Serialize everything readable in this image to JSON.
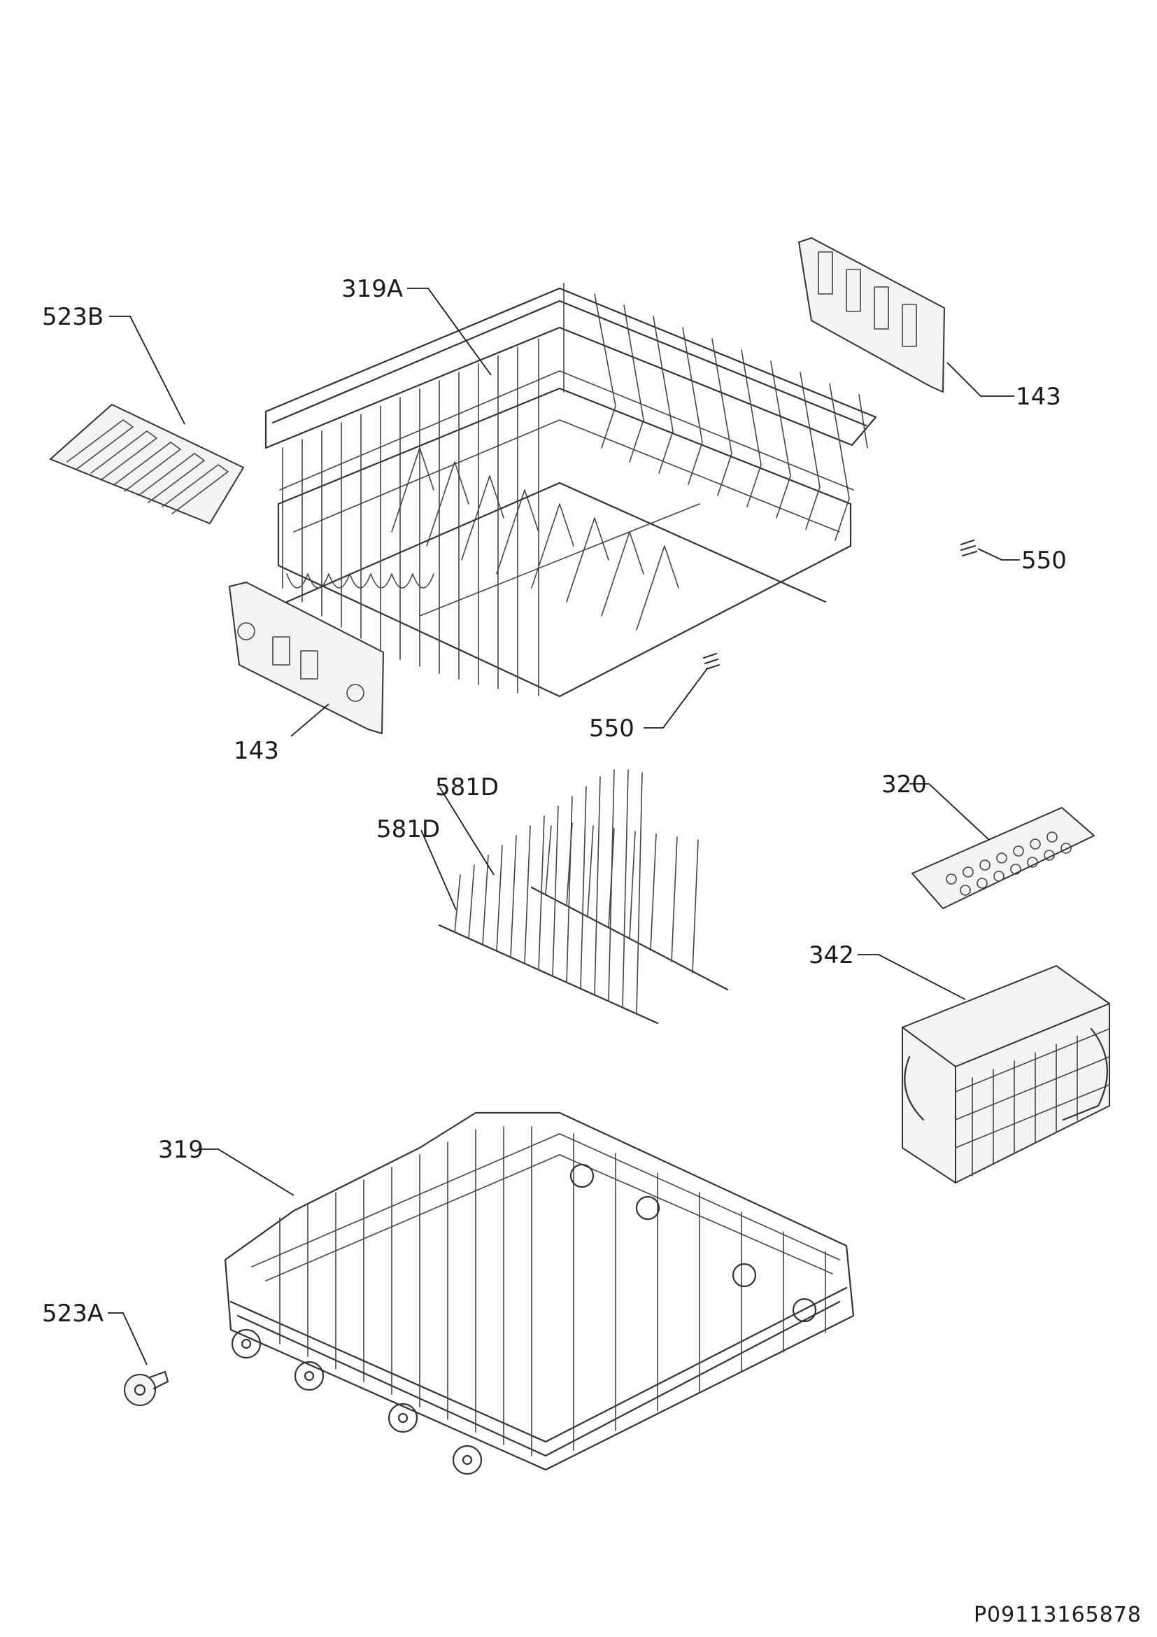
{
  "drawing_id": "P09113165878",
  "callouts": {
    "rack_upper": "319A",
    "rack_lower": "319",
    "shelf_insert": "523B",
    "rail_right": "143",
    "rail_left": "143",
    "pin_right": "550",
    "pin_center": "550",
    "tine_front": "581D",
    "tine_back": "581D",
    "basket_lid": "320",
    "cutlery_basket": "342",
    "wheel": "523A"
  }
}
